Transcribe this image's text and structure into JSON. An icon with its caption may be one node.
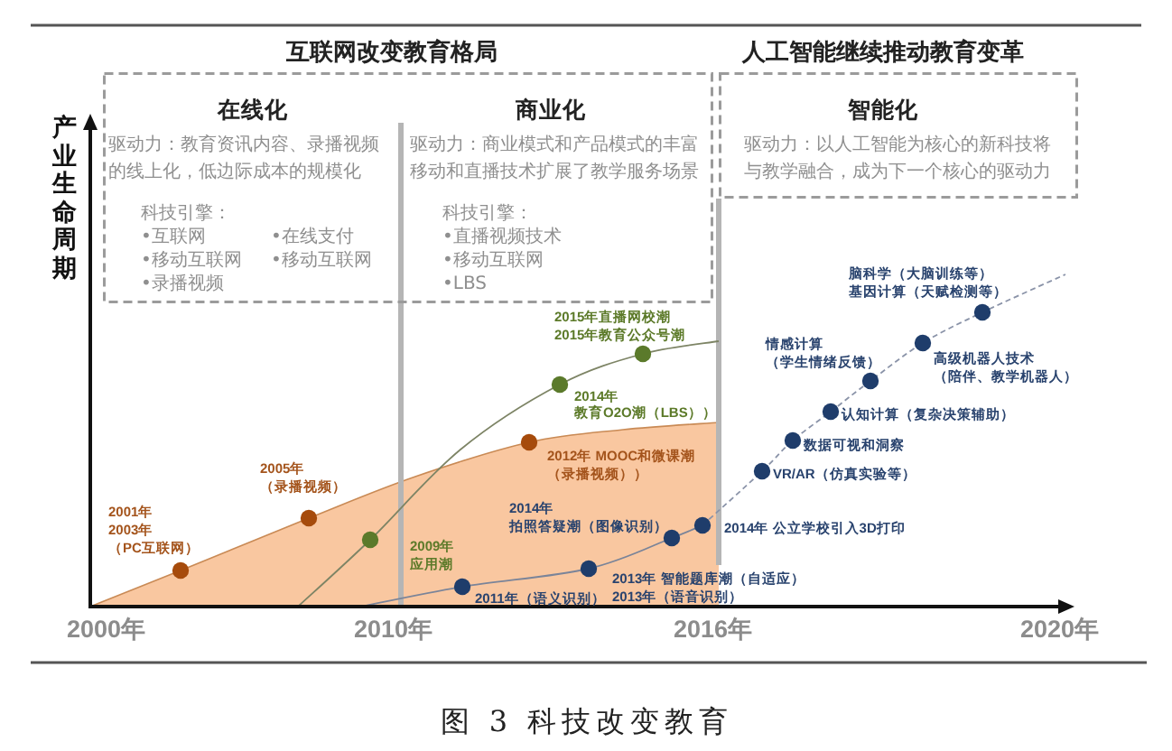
{
  "diagram": {
    "caption": "图 3 科技改变教育",
    "nodes": [
      {
        "text": [
          "互联网改变教育格局"
        ]
      },
      {
        "text": [
          "在线化",
          "驱动力：教育资讯内容、录播视频的线上化，低边际成本的规模化",
          "科技引擎：",
          "•互联网",
          "•在线支付",
          "•移动互联网",
          "•移动互联网",
          "•录播视频"
        ],
        "in": 0
      },
      {
        "text": [
          "商业化",
          "驱动力：商业模式和产品模式的丰富移动和直播技术扩展了教学服务场景",
          "科技引擎：",
          "•直播视频技术",
          "•移动互联网",
          "•LBS"
        ],
        "in": 0
      },
      {
        "text": [
          "人工智能继续推动教育变革",
          "智能化",
          "驱动力：以人工智能为核心的新科技将与教学融合，成为下一个核心的驱动力"
        ]
      }
    ],
    "labels": [
      "产业生命周期",
      "脑科学（大脑训练等）",
      "基因计算（天赋检测等）",
      "2015年直播网校潮",
      "2015年教育公众号潮",
      "情感计算",
      "（学生情绪反馈）",
      "高级机器人技术",
      "（陪伴、教学机器人）",
      "2014年",
      "教育O2O潮（LBS））",
      "认知计算（复杂决策辅助）",
      "数据可视和洞察",
      "2012年 MOOC和微课潮",
      "（录播视频））",
      "2005年",
      "（录播视频）",
      "VR/AR（仿真实验等）",
      "2001年",
      "2003年",
      "（PC互联网）",
      "2014年",
      "拍照答疑潮（图像识别）",
      "2014年 公立学校引入3D打印",
      "2009年",
      "应用潮",
      "2013年 智能题库潮（自适应）",
      "2011年（语义识别）",
      "2013年（语音识别）",
      "2000年",
      "2010年",
      "2016年",
      "2020年"
    ]
  }
}
